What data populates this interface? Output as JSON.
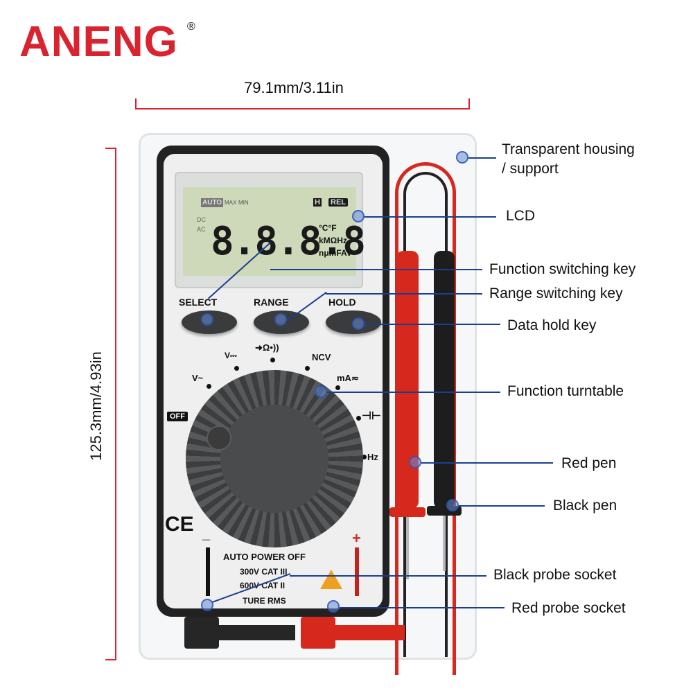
{
  "brand": {
    "name": "ANENG",
    "registered": "®"
  },
  "dimensions": {
    "width": "79.1mm/3.11in",
    "height": "125.3mm/4.93in"
  },
  "lcd": {
    "auto": "AUTO",
    "max": "MAX",
    "min": "MIN",
    "rel": "REL",
    "hold": "H",
    "dc": "DC",
    "ac": "AC",
    "digits": "8.8.8.8",
    "units_top": "°C°F",
    "units_mid": "kMΩHz",
    "units_bot": "nμmFAV"
  },
  "buttons": {
    "select": "SELECT",
    "range": "RANGE",
    "hold": "HOLD"
  },
  "dial_labels": {
    "vdc": "V⎓",
    "diode": "➜Ω•))",
    "ncv": "NCV",
    "vac": "V~",
    "ma": "mA≂",
    "cap": "⊣⊢",
    "hz": "Hz",
    "off": "OFF"
  },
  "panel_text": {
    "auto_power_off": "AUTO POWER OFF",
    "cat3": "300V CAT III",
    "cat2": "600V CAT II",
    "true_rms": "TURE RMS",
    "ce": "CE",
    "minus": "_",
    "plus": "+"
  },
  "callouts": [
    {
      "label": "Transparent housing"
    },
    {
      "label": "/ support"
    },
    {
      "label": "LCD"
    },
    {
      "label": "Function switching key"
    },
    {
      "label": "Range switching key"
    },
    {
      "label": "Data hold key"
    },
    {
      "label": "Function turntable"
    },
    {
      "label": "Red pen"
    },
    {
      "label": "Black pen"
    },
    {
      "label": "Black probe socket"
    },
    {
      "label": "Red probe socket"
    }
  ],
  "colors": {
    "brand_red": "#d9232e",
    "callout_blue": "#1a3f8f",
    "lcd_green": "#cdd9b8"
  }
}
